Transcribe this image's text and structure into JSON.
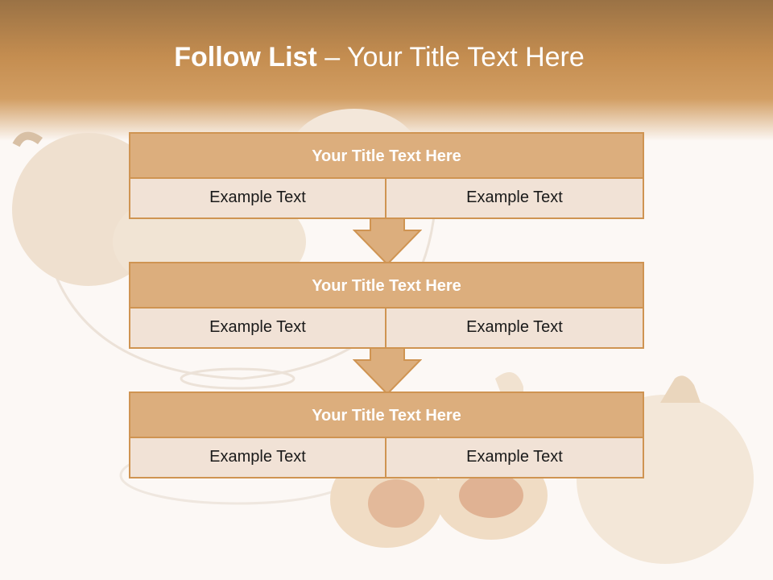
{
  "slide": {
    "title_bold": "Follow List",
    "title_rest": " – Your Title Text Here"
  },
  "blocks": [
    {
      "title": "Your Title Text Here",
      "left": "Example Text",
      "right": "Example Text"
    },
    {
      "title": "Your Title Text Here",
      "left": "Example Text",
      "right": "Example Text"
    },
    {
      "title": "Your Title Text Here",
      "left": "Example Text",
      "right": "Example Text"
    }
  ],
  "colors": {
    "header": "#c48d50",
    "block_title_fill": "#dcae7d",
    "block_border": "#cf9452",
    "cell_fill": "#f1e2d6",
    "arrow_fill": "#dcae7d"
  }
}
